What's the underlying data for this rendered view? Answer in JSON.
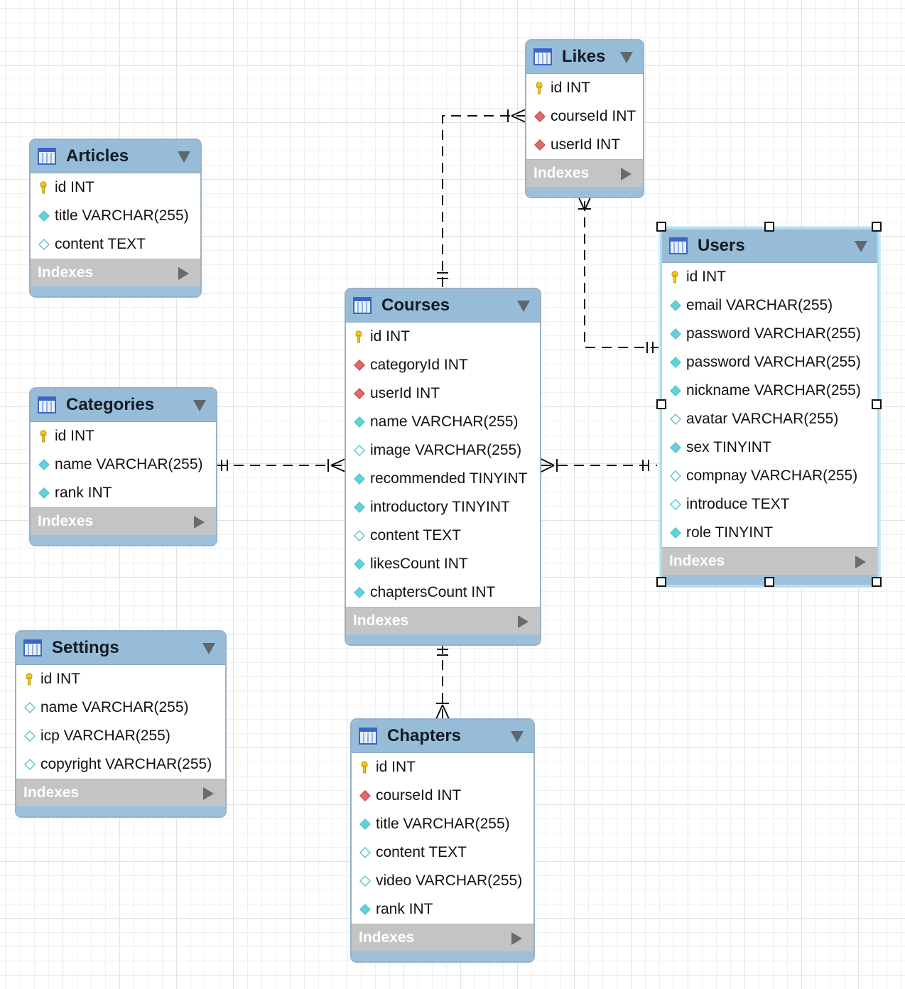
{
  "entities": {
    "likes": {
      "name": "Likes",
      "columns": [
        {
          "text": "id INT",
          "kind": "pk"
        },
        {
          "text": "courseId INT",
          "kind": "fk"
        },
        {
          "text": "userId INT",
          "kind": "fk"
        }
      ]
    },
    "articles": {
      "name": "Articles",
      "columns": [
        {
          "text": "id INT",
          "kind": "pk"
        },
        {
          "text": "title VARCHAR(255)",
          "kind": "notnull"
        },
        {
          "text": "content TEXT",
          "kind": "nullable"
        }
      ]
    },
    "users": {
      "name": "Users",
      "columns": [
        {
          "text": "id INT",
          "kind": "pk"
        },
        {
          "text": "email VARCHAR(255)",
          "kind": "notnull"
        },
        {
          "text": "password VARCHAR(255)",
          "kind": "notnull"
        },
        {
          "text": "password VARCHAR(255)",
          "kind": "notnull"
        },
        {
          "text": "nickname VARCHAR(255)",
          "kind": "notnull"
        },
        {
          "text": "avatar VARCHAR(255)",
          "kind": "nullable"
        },
        {
          "text": "sex TINYINT",
          "kind": "notnull"
        },
        {
          "text": "compnay VARCHAR(255)",
          "kind": "nullable"
        },
        {
          "text": "introduce TEXT",
          "kind": "nullable"
        },
        {
          "text": "role TINYINT",
          "kind": "notnull"
        }
      ]
    },
    "courses": {
      "name": "Courses",
      "columns": [
        {
          "text": "id INT",
          "kind": "pk"
        },
        {
          "text": "categoryId INT",
          "kind": "fk"
        },
        {
          "text": "userId INT",
          "kind": "fk"
        },
        {
          "text": "name VARCHAR(255)",
          "kind": "notnull"
        },
        {
          "text": "image VARCHAR(255)",
          "kind": "nullable"
        },
        {
          "text": "recommended TINYINT",
          "kind": "notnull"
        },
        {
          "text": "introductory TINYINT",
          "kind": "notnull"
        },
        {
          "text": "content TEXT",
          "kind": "nullable"
        },
        {
          "text": "likesCount INT",
          "kind": "notnull"
        },
        {
          "text": "chaptersCount INT",
          "kind": "notnull"
        }
      ]
    },
    "categories": {
      "name": "Categories",
      "columns": [
        {
          "text": "id INT",
          "kind": "pk"
        },
        {
          "text": "name VARCHAR(255)",
          "kind": "notnull"
        },
        {
          "text": "rank INT",
          "kind": "notnull"
        }
      ]
    },
    "settings": {
      "name": "Settings",
      "columns": [
        {
          "text": "id INT",
          "kind": "pk"
        },
        {
          "text": "name VARCHAR(255)",
          "kind": "nullable"
        },
        {
          "text": "icp VARCHAR(255)",
          "kind": "nullable"
        },
        {
          "text": "copyright VARCHAR(255)",
          "kind": "nullable"
        }
      ]
    },
    "chapters": {
      "name": "Chapters",
      "columns": [
        {
          "text": "id INT",
          "kind": "pk"
        },
        {
          "text": "courseId INT",
          "kind": "fk"
        },
        {
          "text": "title VARCHAR(255)",
          "kind": "notnull"
        },
        {
          "text": "content TEXT",
          "kind": "nullable"
        },
        {
          "text": "video VARCHAR(255)",
          "kind": "nullable"
        },
        {
          "text": "rank INT",
          "kind": "notnull"
        }
      ]
    }
  },
  "indexes_label": "Indexes",
  "selected_entity": "users",
  "relationships": [
    {
      "from": "courses",
      "to": "likes",
      "from_card": "one",
      "to_card": "many"
    },
    {
      "from": "users",
      "to": "likes",
      "from_card": "one",
      "to_card": "many"
    },
    {
      "from": "categories",
      "to": "courses",
      "from_card": "one",
      "to_card": "many"
    },
    {
      "from": "users",
      "to": "courses",
      "from_card": "one",
      "to_card": "many"
    },
    {
      "from": "courses",
      "to": "chapters",
      "from_card": "one",
      "to_card": "many"
    }
  ],
  "colors": {
    "header": "#96bcd8",
    "indexes_bar": "#c4c4c4",
    "pk_key": "#f2c81e",
    "fk_diamond": "#e06a6a",
    "notnull_diamond": "#5fd3dc",
    "nullable_diamond": "#ffffff",
    "selection": "#b2dcef"
  },
  "icons": {
    "table": "table-icon",
    "pk": "key-icon",
    "fk": "red-diamond-icon",
    "notnull": "cyan-diamond-icon",
    "nullable": "hollow-diamond-icon",
    "collapse": "triangle-down-icon",
    "expand": "triangle-right-icon"
  }
}
